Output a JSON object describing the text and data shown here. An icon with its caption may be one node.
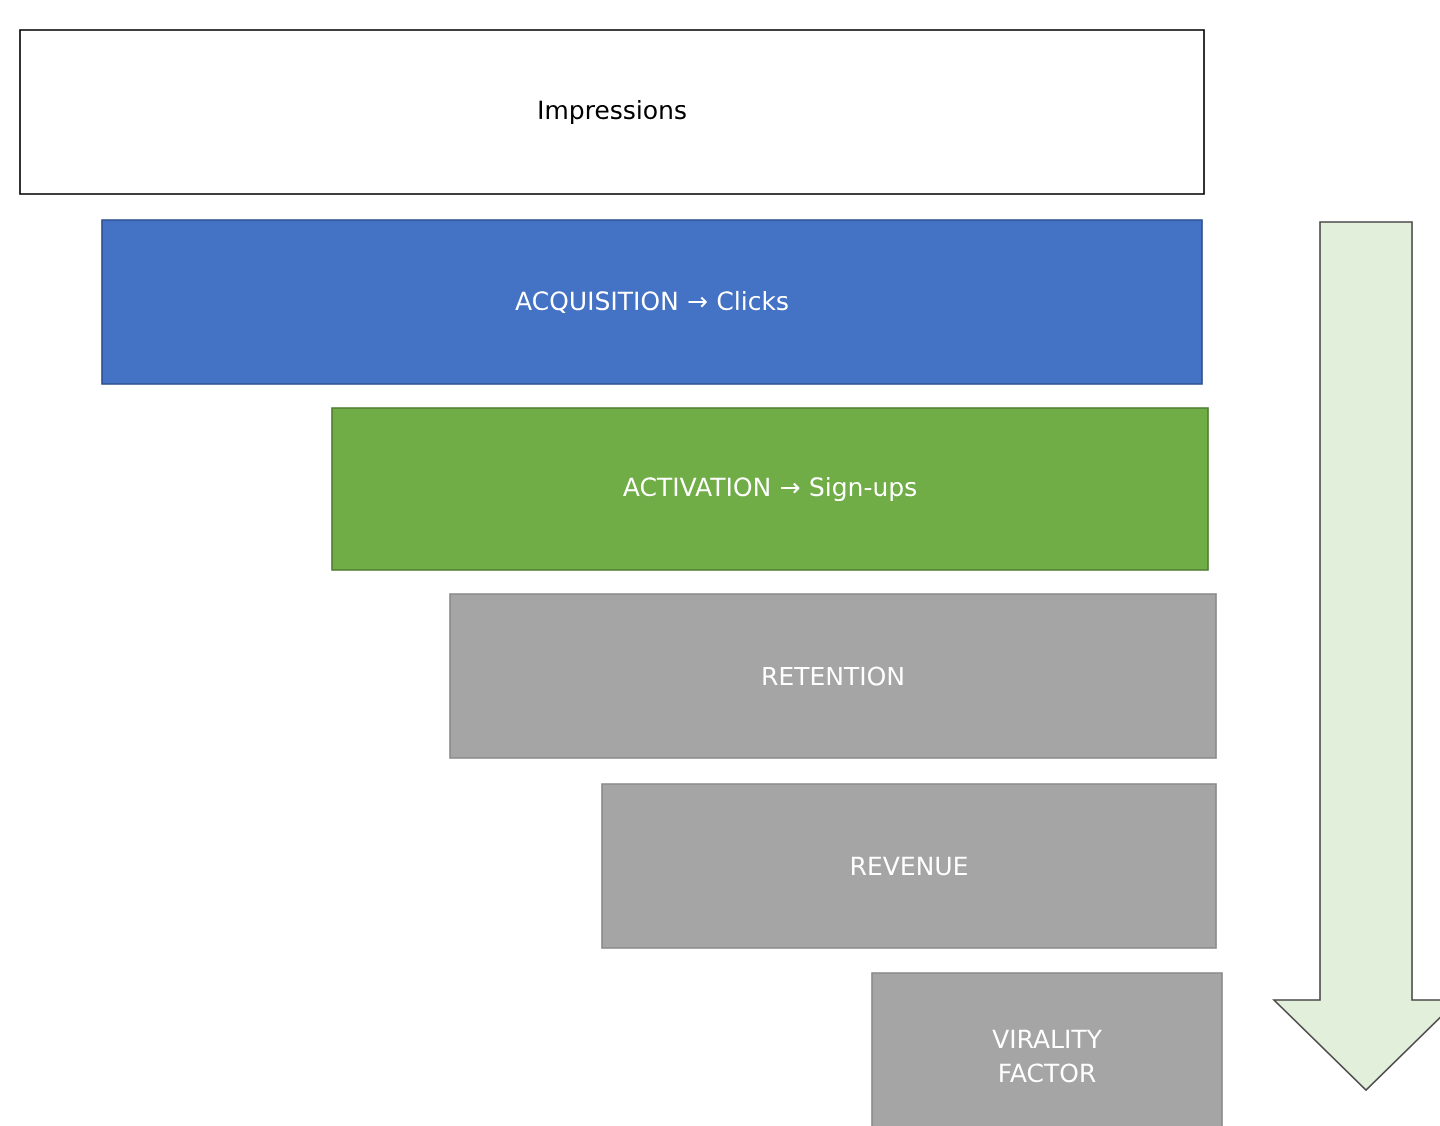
{
  "diagram": {
    "nodes": [
      {
        "text": [
          "Impressions"
        ]
      },
      {
        "text": [
          "ACQUISITION → Clicks"
        ]
      },
      {
        "text": [
          "ACTIVATION → Sign-ups"
        ]
      },
      {
        "text": [
          "RETENTION"
        ]
      },
      {
        "text": [
          "REVENUE"
        ]
      },
      {
        "text": [
          "VIRALITY FACTOR"
        ]
      }
    ]
  }
}
